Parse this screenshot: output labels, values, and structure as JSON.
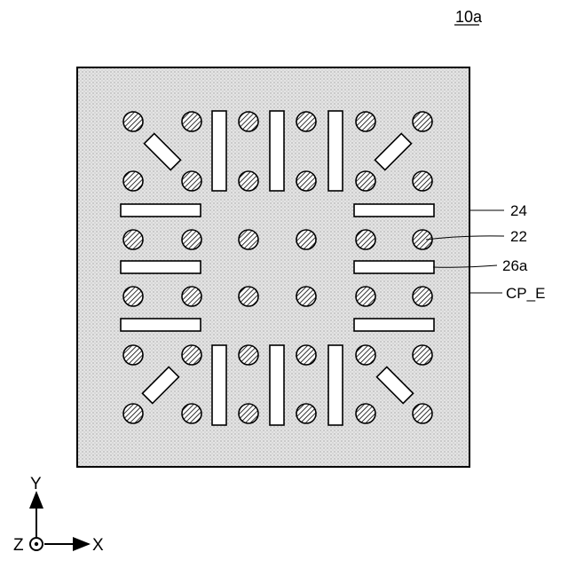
{
  "figure_label": "10a",
  "labels": {
    "substrate": "24",
    "bump": "22",
    "dummy_pattern": "26a",
    "chip_edge": "CP_E"
  },
  "axes": {
    "y": "Y",
    "x": "X",
    "z": "Z"
  },
  "colors": {
    "substrate_fill": "#dcdcdc",
    "outline": "#000000",
    "pattern_fill": "#ffffff"
  },
  "icons": {
    "bump": "hatched-circle",
    "dummy": "open-rectangle",
    "z_axis": "dot-in-circle"
  }
}
